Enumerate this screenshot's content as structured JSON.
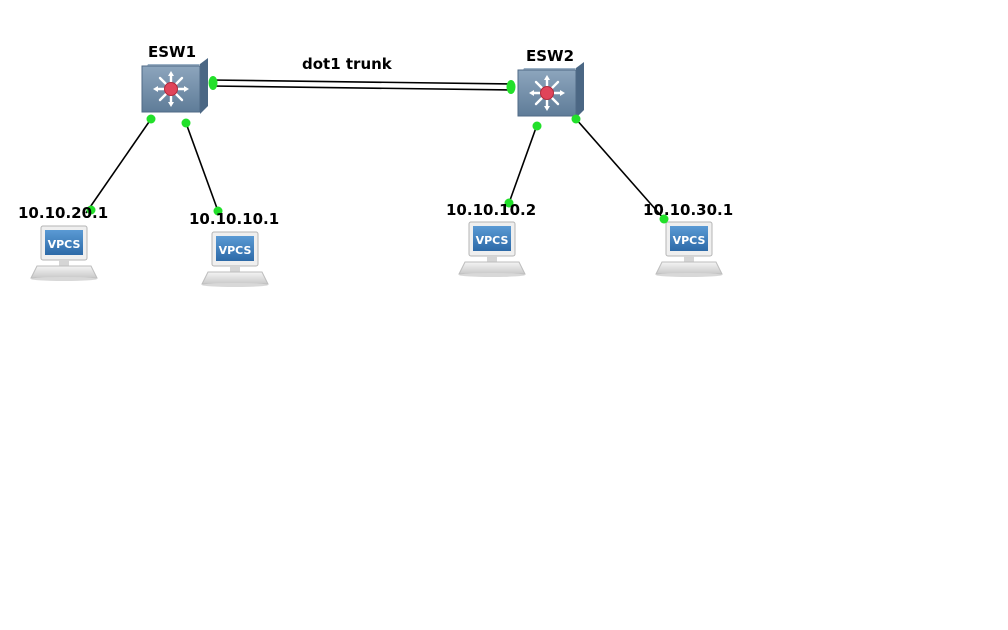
{
  "topology": {
    "switches": [
      {
        "id": "esw1",
        "name": "ESW1",
        "icon": "multilayer-switch-icon"
      },
      {
        "id": "esw2",
        "name": "ESW2",
        "icon": "multilayer-switch-icon"
      }
    ],
    "hosts": [
      {
        "id": "pc1",
        "ip": "10.10.20.1",
        "screen_label": "VPCS",
        "icon": "vpcs-pc-icon"
      },
      {
        "id": "pc2",
        "ip": "10.10.10.1",
        "screen_label": "VPCS",
        "icon": "vpcs-pc-icon"
      },
      {
        "id": "pc3",
        "ip": "10.10.10.2",
        "screen_label": "VPCS",
        "icon": "vpcs-pc-icon"
      },
      {
        "id": "pc4",
        "ip": "10.10.30.1",
        "screen_label": "VPCS",
        "icon": "vpcs-pc-icon"
      }
    ],
    "links": [
      {
        "from": "esw1",
        "to": "esw2",
        "label": "dot1 trunk",
        "style": "double-line"
      },
      {
        "from": "esw1",
        "to": "pc1",
        "label": ""
      },
      {
        "from": "esw1",
        "to": "pc2",
        "label": ""
      },
      {
        "from": "esw2",
        "to": "pc3",
        "label": ""
      },
      {
        "from": "esw2",
        "to": "pc4",
        "label": ""
      }
    ]
  },
  "colors": {
    "background": "#ffffff",
    "link": "#000000",
    "port_up": "#22e02a",
    "switch_body": "#6f8aa5",
    "switch_side": "#4f6a86",
    "switch_hub": "#e0445a",
    "pc_screen": "#3a7fbf",
    "pc_body": "#e8e8e8"
  }
}
